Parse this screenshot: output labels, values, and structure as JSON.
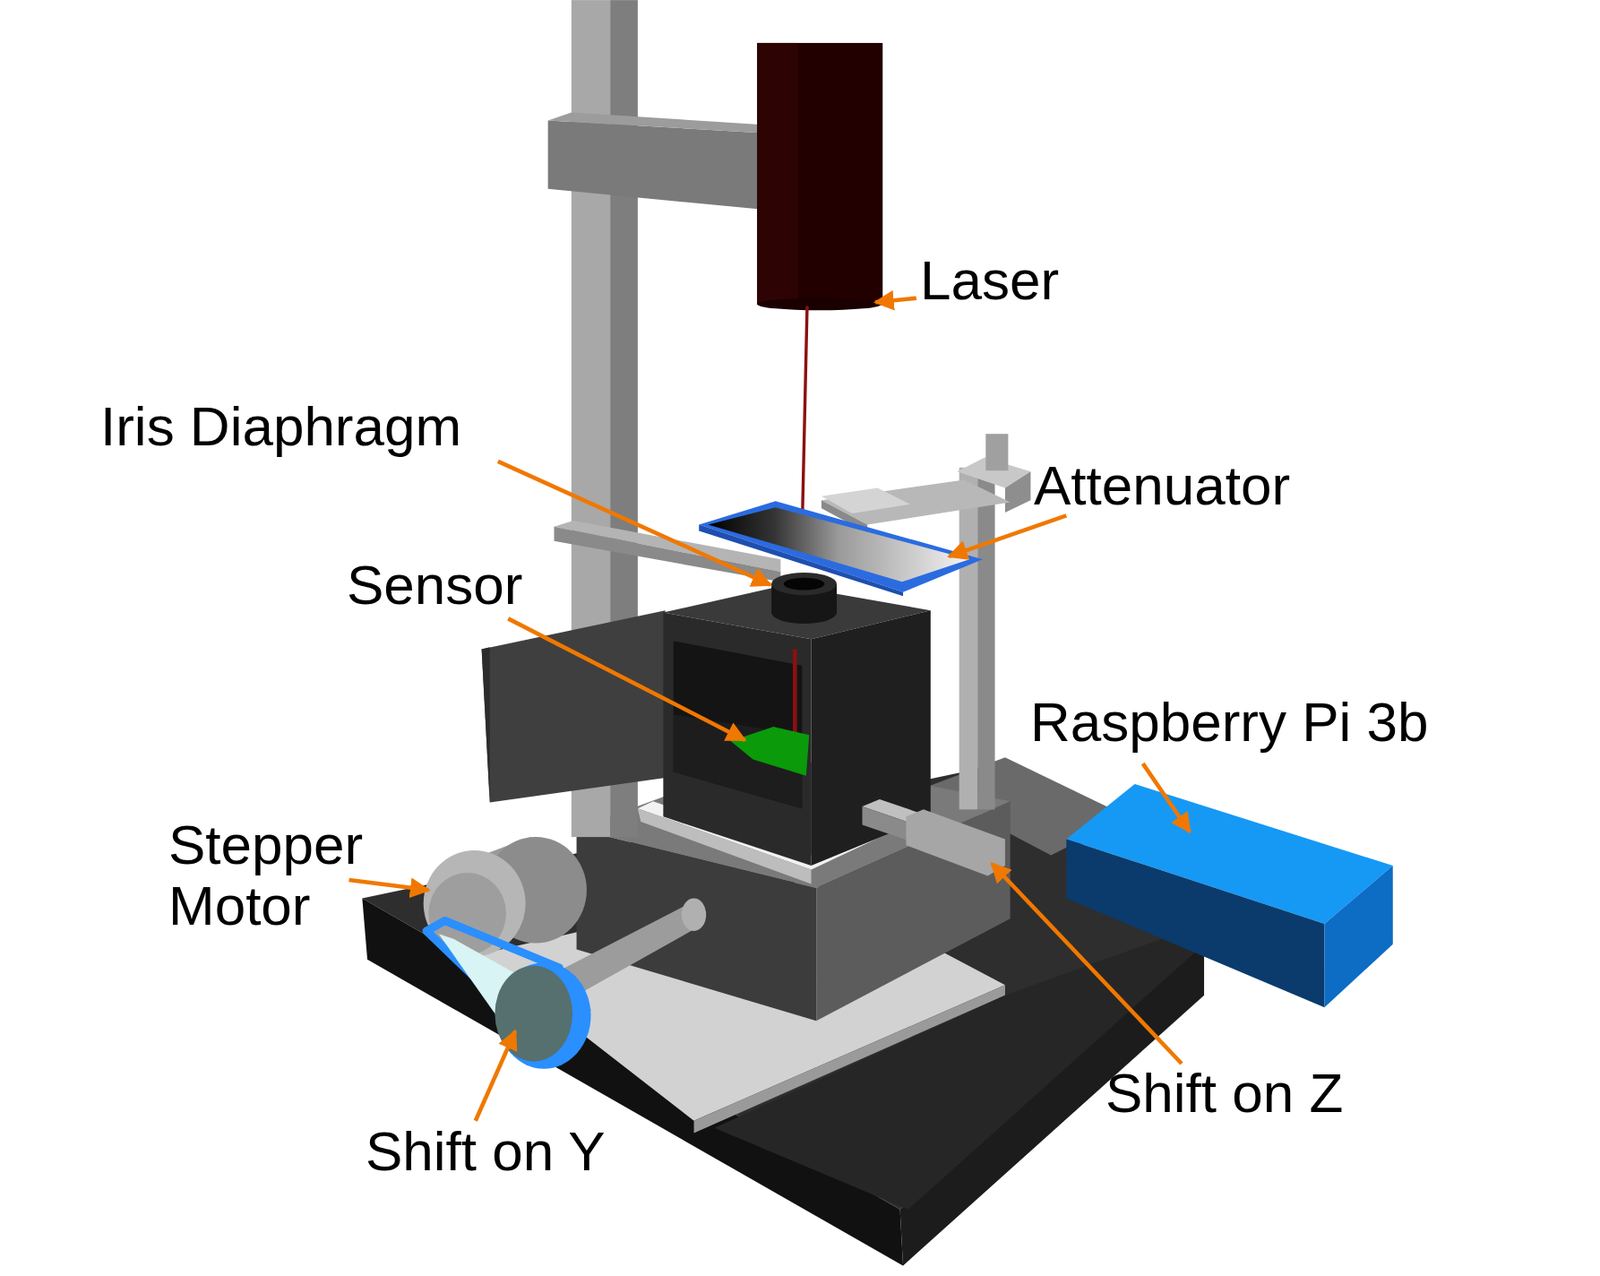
{
  "diagram": {
    "labels": [
      "Laser",
      "Iris Diaphragm",
      "Attenuator",
      "Sensor",
      "Raspberry Pi 3b",
      "Stepper Motor",
      "Shift on Z",
      "Shift on Y"
    ]
  }
}
